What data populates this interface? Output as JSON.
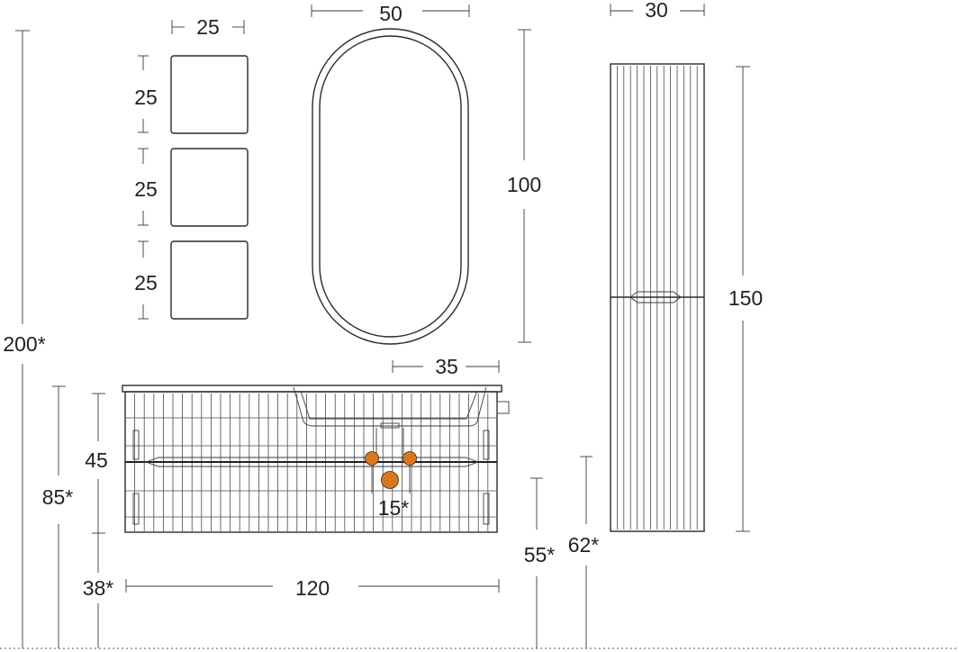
{
  "dimensions": {
    "shelf_width": "25",
    "shelf_height_top": "25",
    "shelf_height_middle": "25",
    "shelf_height_bottom": "25",
    "mirror_width": "50",
    "mirror_height": "100",
    "column_width": "30",
    "column_height": "150",
    "total_height": "200*",
    "basin_width": "35",
    "vanity_top_height": "85*",
    "vanity_depth_height": "45",
    "vanity_floor_clearance": "38*",
    "vanity_width": "120",
    "drain_height": "15*",
    "water_inlet_height": "55*",
    "column_floor_clearance": "62*"
  },
  "colors": {
    "line": "#2b2b2b",
    "pipe_connection": "#d9771f"
  }
}
